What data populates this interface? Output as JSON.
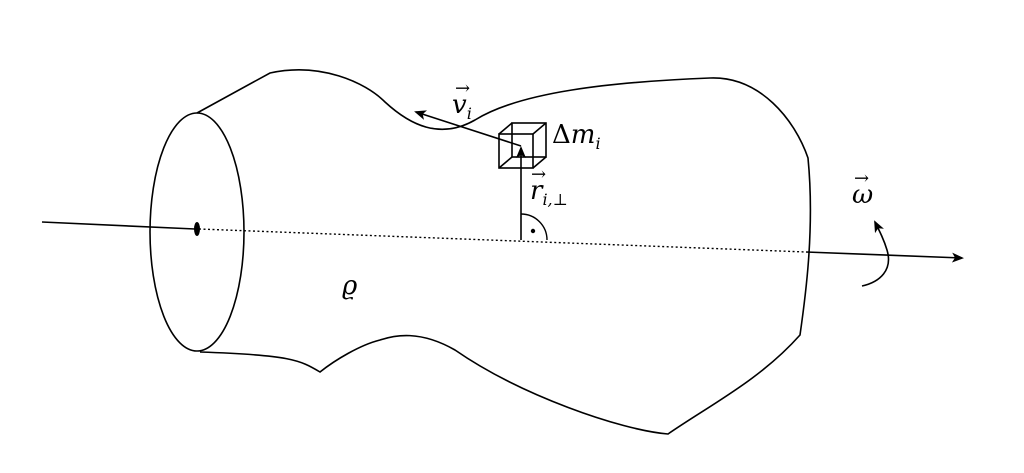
{
  "labels": {
    "velocity": {
      "vec": "v",
      "sub": "i"
    },
    "mass": {
      "delta": "Δ",
      "var": "m",
      "sub": "i"
    },
    "radius": {
      "vec": "r",
      "sub": "i,⊥"
    },
    "omega": {
      "vec": "ω"
    },
    "density": "ϱ"
  },
  "colors": {
    "stroke": "#000000",
    "background": "#ffffff"
  }
}
